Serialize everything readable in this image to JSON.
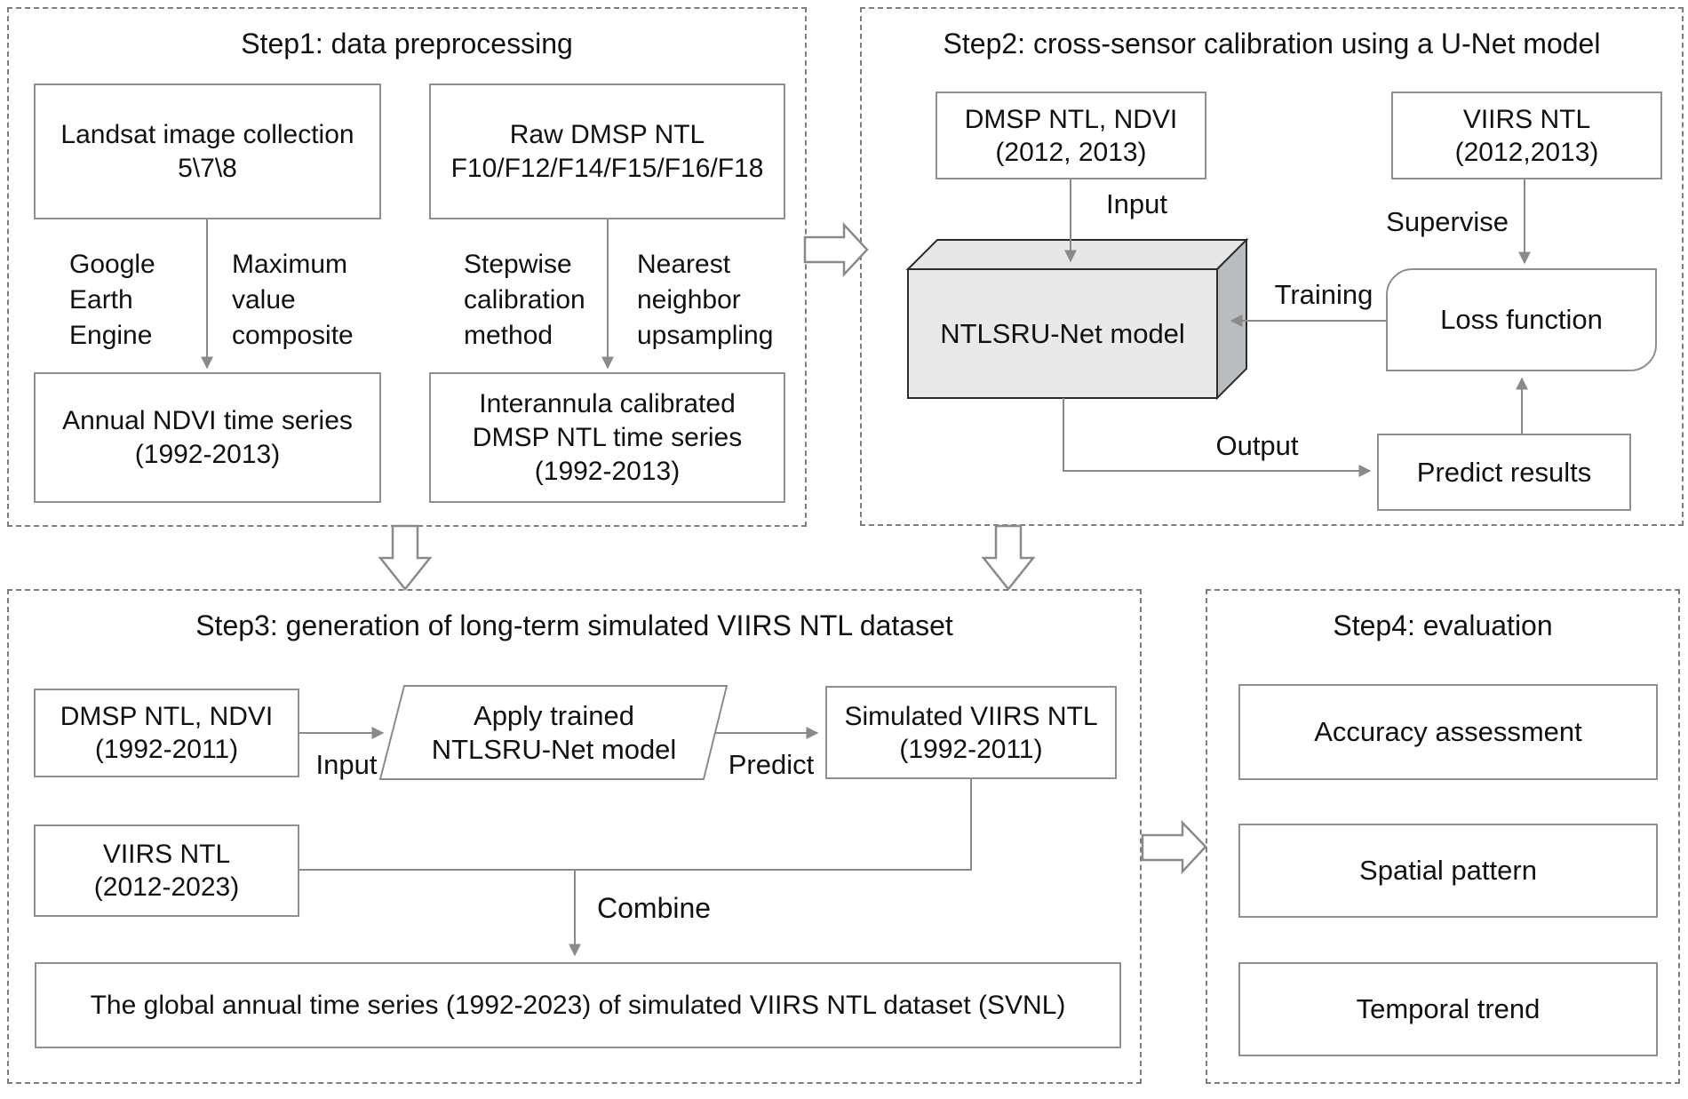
{
  "colors": {
    "box_border": "#8f8f8f",
    "panel_border": "#7e7e7e",
    "arrow": "#8a8a8a",
    "text": "#111111",
    "model_front": "#e9e9e9",
    "model_top": "#e7e7e7",
    "model_side": "#babdc0"
  },
  "step1": {
    "title": "Step1: data preprocessing",
    "landsat_box": {
      "lines": [
        "Landsat image collection",
        "5\\7\\8"
      ]
    },
    "raw_dmsp_box": {
      "lines": [
        "Raw DMSP NTL",
        "F10/F12/F14/F15/F16/F18"
      ]
    },
    "label_gee": {
      "lines": [
        "Google",
        "Earth",
        "Engine"
      ]
    },
    "label_mvc": {
      "lines": [
        "Maximum",
        "value",
        "composite"
      ]
    },
    "label_stepwise": {
      "lines": [
        "Stepwise",
        "calibration",
        "method"
      ]
    },
    "label_nearest": {
      "lines": [
        "Nearest",
        "neighbor",
        "upsampling"
      ]
    },
    "ndvi_box": {
      "lines": [
        "Annual NDVI time series",
        "(1992-2013)"
      ]
    },
    "calibrated_box": {
      "lines": [
        "Interannula calibrated",
        "DMSP NTL time series",
        "(1992-2013)"
      ]
    }
  },
  "step2": {
    "title": "Step2: cross-sensor calibration using a U-Net model",
    "dmsp_ndvi_box": {
      "lines": [
        "DMSP NTL, NDVI",
        "(2012, 2013)"
      ]
    },
    "viirs_box": {
      "lines": [
        "VIIRS NTL",
        "(2012,2013)"
      ]
    },
    "input_label": "Input",
    "supervise_label": "Supervise",
    "model_label": "NTLSRU-Net model",
    "training_label": "Training",
    "loss_label": "Loss function",
    "output_label": "Output",
    "predict_results_label": "Predict results"
  },
  "step3": {
    "title": "Step3: generation of long-term simulated VIIRS NTL dataset",
    "dmsp_ndvi_box": {
      "lines": [
        "DMSP NTL, NDVI",
        "(1992-2011)"
      ]
    },
    "input_label": "Input",
    "apply_parallelogram": {
      "lines": [
        "Apply trained",
        "NTLSRU-Net model"
      ]
    },
    "predict_label": "Predict",
    "simulated_box": {
      "lines": [
        "Simulated VIIRS NTL",
        "(1992-2011)"
      ]
    },
    "viirs_box": {
      "lines": [
        "VIIRS NTL",
        "(2012-2023)"
      ]
    },
    "combine_label": "Combine",
    "result_box": "The global annual time series (1992-2023) of simulated VIIRS NTL dataset (SVNL)"
  },
  "step4": {
    "title": "Step4: evaluation",
    "boxes": [
      "Accuracy assessment",
      "Spatial pattern",
      "Temporal trend"
    ]
  }
}
